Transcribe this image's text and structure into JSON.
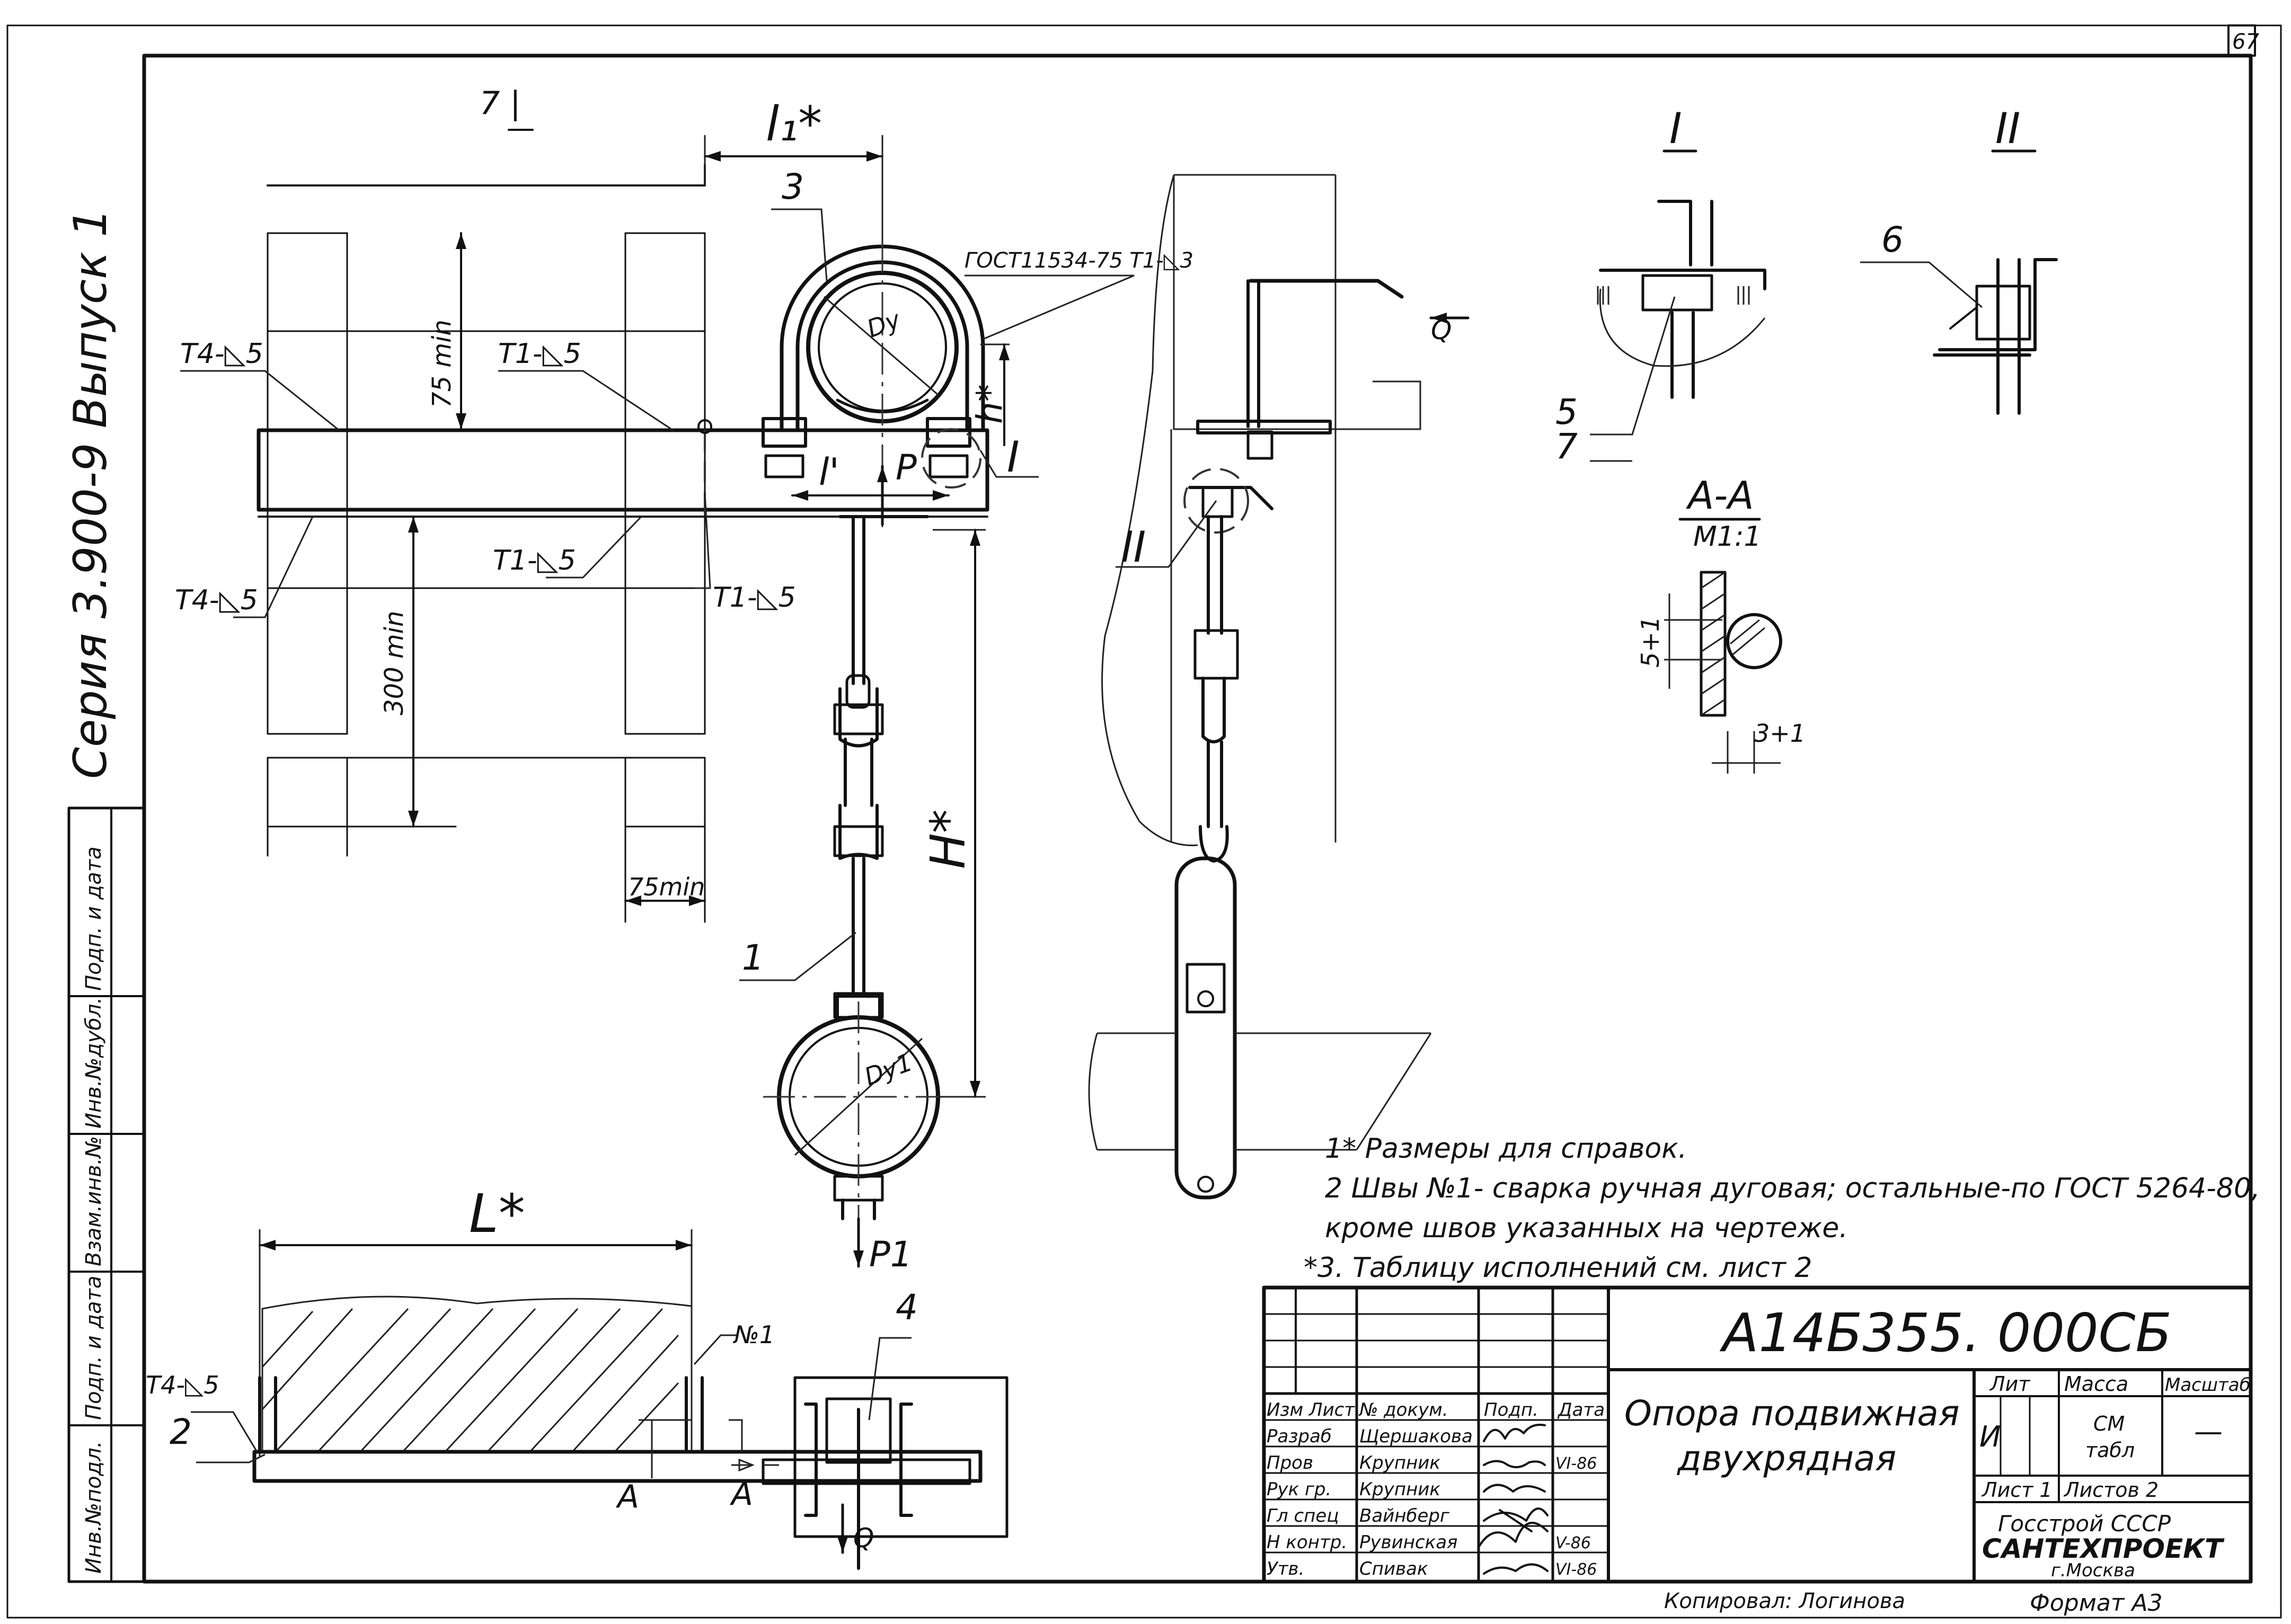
{
  "sheet_number": "67",
  "side_title": "Серия 3.900-9  Выпуск 1",
  "left_strip": {
    "labels": [
      "Инв.№подл.",
      "Подп. и дата",
      "Взам.инв.№",
      "Инв.№дубл.",
      "Подп. и дата"
    ]
  },
  "view_top_mark": "7 |",
  "section_marks": {
    "detail_I": "I",
    "detail_II": "II",
    "section_AA": "А-А",
    "section_AA_scale": "М1:1"
  },
  "weld_marks": {
    "t4_a": "Т4-◺5",
    "t1_a": "Т1-◺5",
    "t4_b": "Т4-◺5",
    "t1_b": "Т1-◺5",
    "t1_c": "Т1-◺5",
    "gost": "ГОСТ11534-75 Т1-◺3",
    "t4_plan": "Т4-◺5"
  },
  "dimensions": {
    "l1": "l₁*",
    "l_prime": "l'",
    "h_star": "h*",
    "H_star": "H*",
    "L_star": "L*",
    "min75_top": "75 min",
    "min300": "300 min",
    "min75_bottom": "75min",
    "dy": "Dу",
    "dy1": "Dу1",
    "five_plus": "5+1",
    "three_plus": "3+1"
  },
  "loads": {
    "P": "P",
    "P1": "P1",
    "Q_side": "Q",
    "Q_plan": "Q"
  },
  "callouts": [
    "1",
    "2",
    "3",
    "4",
    "5",
    "6",
    "7"
  ],
  "plan_marks": {
    "no1": "№1",
    "A_left": "А",
    "A_right": "А"
  },
  "detail_I_marker": "I",
  "detail_II_marker": "II",
  "notes": [
    "1* Размеры для справок.",
    "2 Швы №1- сварка ручная дуговая; остальные-по ГОСТ 5264-80,",
    "кроме швов указанных на чертеже.",
    "*3. Таблицу исполнений см. лист 2"
  ],
  "title_block": {
    "doc_code": "А14Б355. 000СБ",
    "name_line1": "Опора подвижная",
    "name_line2": "двухрядная",
    "col_headers": [
      "Изм",
      "Лист",
      "№ докум.",
      "Подп.",
      "Дата"
    ],
    "rows": [
      {
        "role": "Разраб",
        "name": "Щершакова",
        "date": ""
      },
      {
        "role": "Пров",
        "name": "Крупник",
        "date": "VI-86"
      },
      {
        "role": "Рук гр.",
        "name": "Крупник",
        "date": ""
      },
      {
        "role": "Гл спец",
        "name": "Вайнберг",
        "date": ""
      },
      {
        "role": "Н контр.",
        "name": "Рувинская",
        "date": "V-86"
      },
      {
        "role": "Утв.",
        "name": "Спивак",
        "date": "VI-86"
      }
    ],
    "lit_label": "Лит",
    "lit_value": "И",
    "mass_label": "Масса",
    "mass_value_1": "СМ",
    "mass_value_2": "табл",
    "scale_label": "Масштаб",
    "scale_value": "—",
    "sheet_label": "Лист 1",
    "sheets_label": "Листов 2",
    "org_line1": "Госстрой СССР",
    "org_line2": "САНТЕХПРОЕКТ",
    "org_line3": "г.Москва",
    "copied_by": "Копировал: Логинова",
    "format": "Формат А3"
  }
}
